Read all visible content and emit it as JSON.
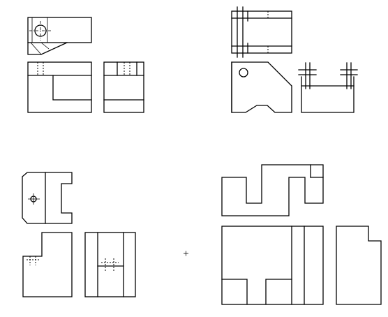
{
  "diagram": {
    "kind": "orthographic-projection-exercise",
    "stroke_color": "#000000",
    "background_color": "#ffffff",
    "problems": [
      {
        "id": "a",
        "views": [
          "top",
          "front",
          "side"
        ]
      },
      {
        "id": "b",
        "views": [
          "top",
          "front",
          "side"
        ]
      },
      {
        "id": "c",
        "views": [
          "top",
          "front",
          "side"
        ]
      },
      {
        "id": "d",
        "views": [
          "top",
          "front",
          "side"
        ]
      }
    ],
    "marker": "+"
  }
}
